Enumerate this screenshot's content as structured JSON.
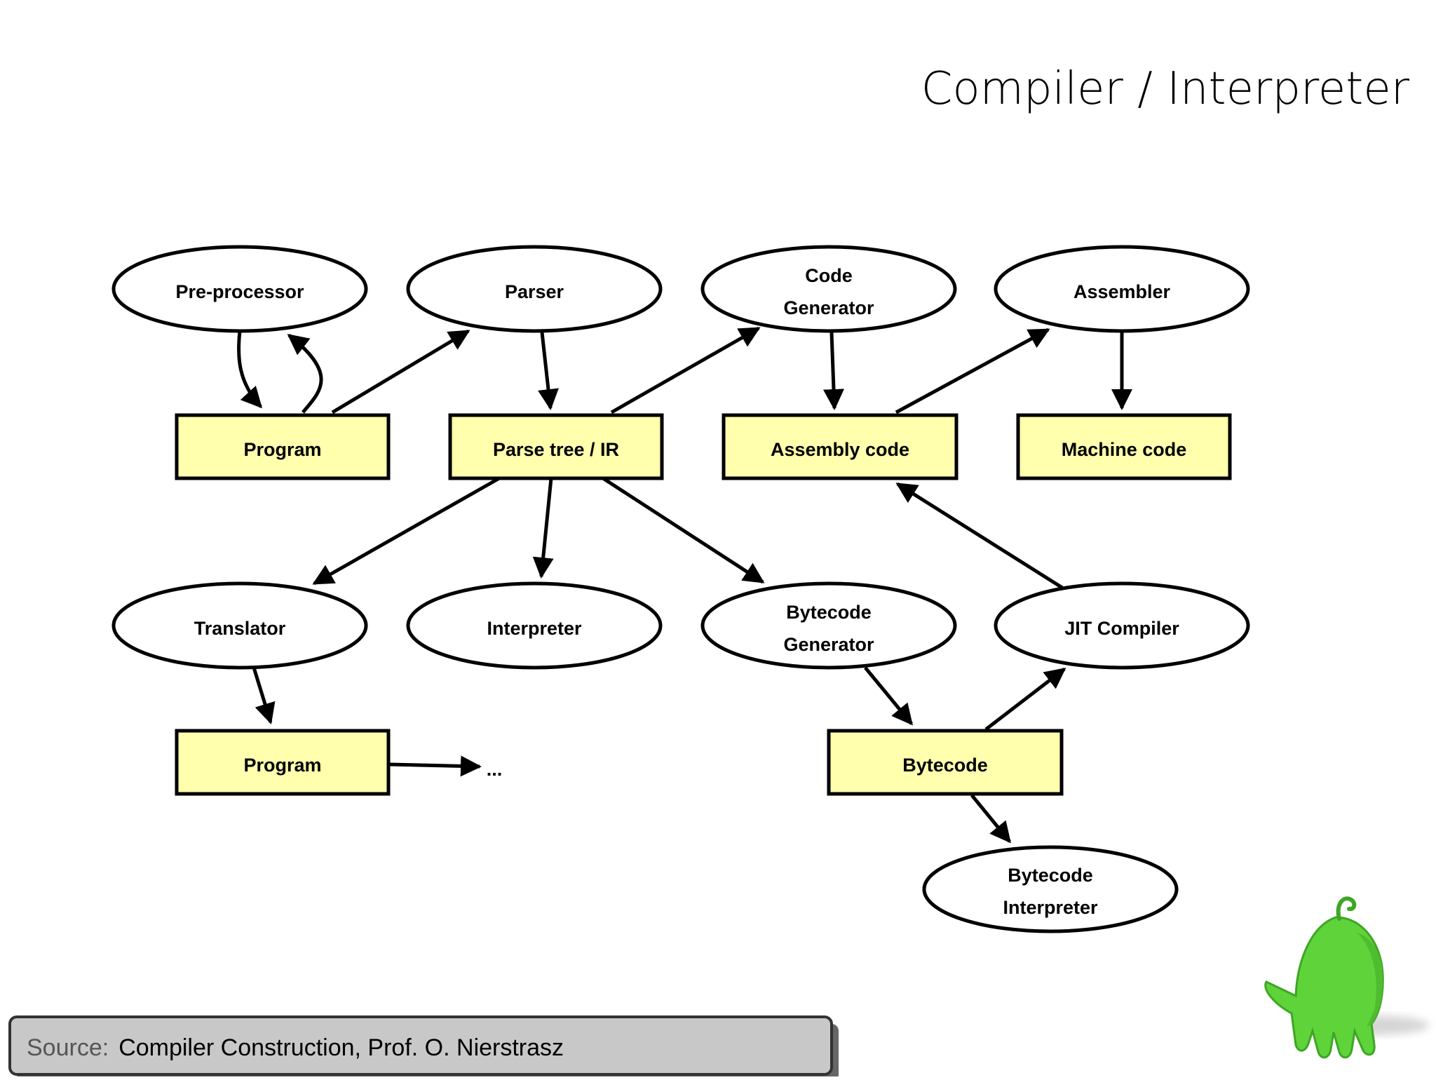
{
  "title": "Compiler / Interpreter",
  "nodes": {
    "preprocessor": "Pre-processor",
    "parser": "Parser",
    "codegen_l1": "Code",
    "codegen_l2": "Generator",
    "assembler": "Assembler",
    "program_top": "Program",
    "parse_tree": "Parse tree / IR",
    "assembly_code": "Assembly code",
    "machine_code": "Machine code",
    "translator": "Translator",
    "interpreter": "Interpreter",
    "bytegen_l1": "Bytecode",
    "bytegen_l2": "Generator",
    "jit": "JIT Compiler",
    "program_bottom": "Program",
    "ellipsis": "...",
    "bytecode": "Bytecode",
    "byteinterp_l1": "Bytecode",
    "byteinterp_l2": "Interpreter"
  },
  "colors": {
    "box_fill": "#ffffad",
    "stroke": "#000000",
    "mascot": "#5fd33a",
    "source_bg": "#c8c8c8"
  },
  "source": {
    "prefix": "Source:",
    "text": "Compiler Construction, Prof. O. Nierstrasz"
  },
  "mascot_icon": "green-ghost-mascot-icon"
}
